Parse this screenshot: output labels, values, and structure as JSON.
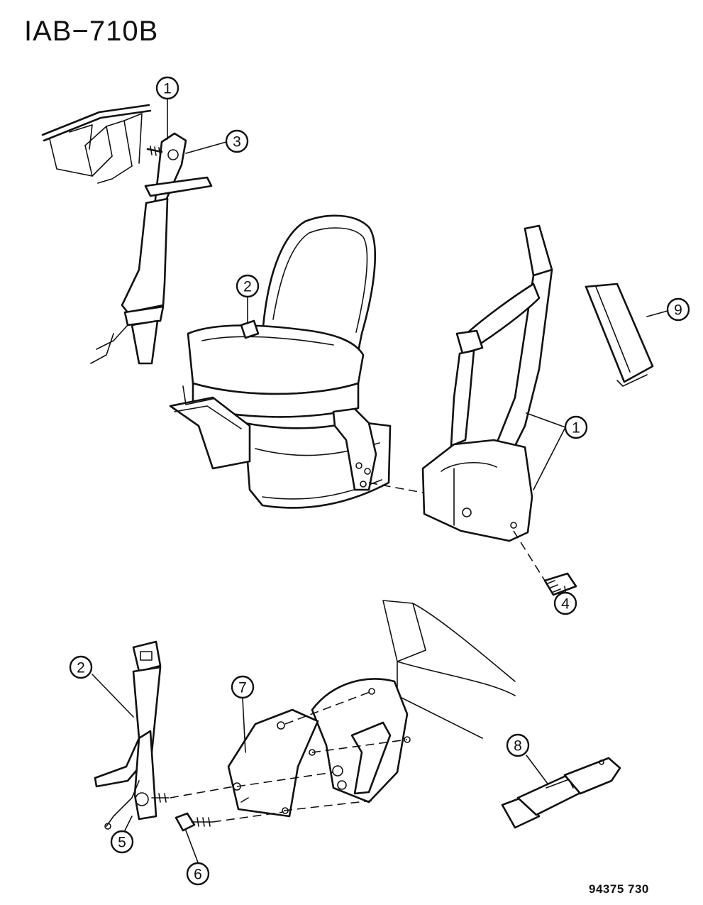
{
  "header": {
    "title": "IAB−710B"
  },
  "footer": {
    "code": "94375 730"
  },
  "callouts": {
    "c1a": "1",
    "c3": "3",
    "c2a": "2",
    "c9": "9",
    "c1b": "1",
    "c4": "4",
    "c2b": "2",
    "c7": "7",
    "c8": "8",
    "c5": "5",
    "c6": "6"
  }
}
